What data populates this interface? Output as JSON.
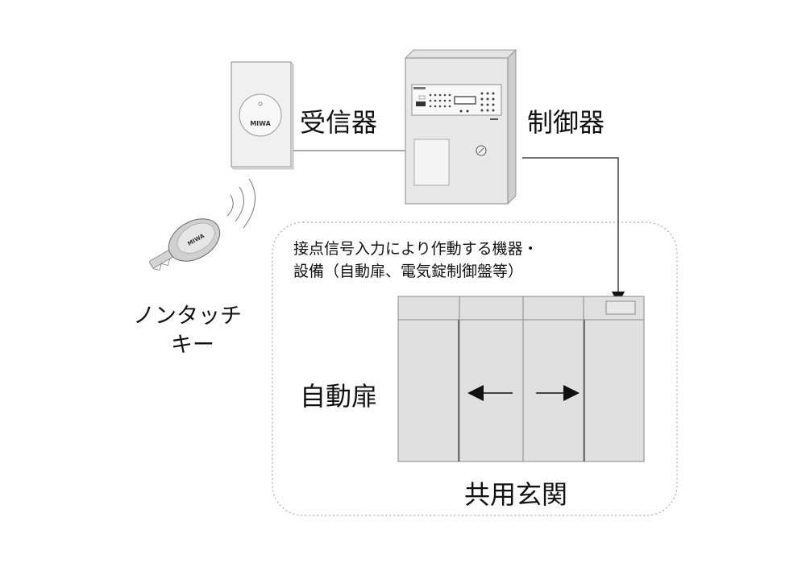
{
  "labels": {
    "receiver": "受信器",
    "controller": "制御器",
    "description_line1": "接点信号入力により作動する機器・",
    "description_line2": "設備（自動扉、電気錠制御盤等）",
    "key_line1": "ノンタッチ",
    "key_line2": "キー",
    "auto_door": "自動扉",
    "entrance": "共用玄関"
  },
  "logos": {
    "receiver_brand": "MIWA",
    "key_brand": "MIWA"
  },
  "arrows": {
    "left": "left-arrow",
    "right": "right-arrow"
  },
  "colors": {
    "device_face": "#f0f0f0",
    "device_side": "#d9d9d9",
    "door_fill": "#e0e0e0",
    "line": "#777777",
    "text": "#111111"
  }
}
